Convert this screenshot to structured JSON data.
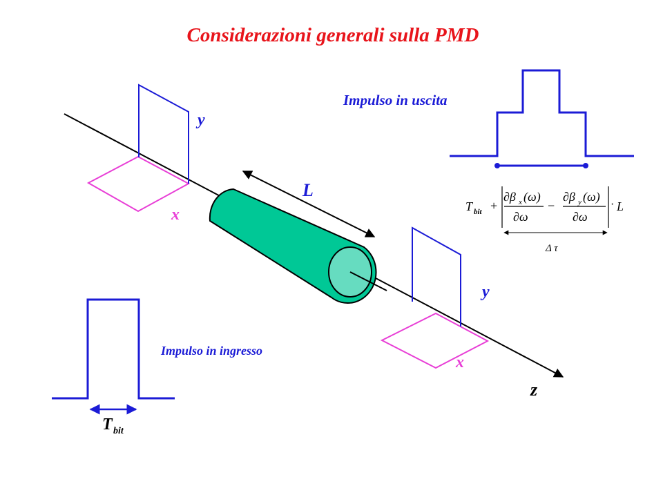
{
  "title": "Considerazioni generali sulla PMD",
  "labels": {
    "fiber_length": "L",
    "axis_z": "z",
    "input_y": "y",
    "input_x": "x",
    "output_y": "y",
    "output_x": "x",
    "output_pulse": "Impulso in uscita",
    "input_pulse": "Impulso in ingresso",
    "t_bit_main": "T",
    "t_bit_sub": "bit"
  },
  "formula": {
    "t": "T",
    "t_sub": "bit",
    "plus": "+",
    "minus": "−",
    "partial_top_1": "∂β",
    "beta_sub_1": "x",
    "omega_1": "(ω)",
    "partial_bottom_1": "∂ω",
    "partial_top_2": "∂β",
    "beta_sub_2": "y",
    "omega_2": "(ω)",
    "partial_bottom_2": "∂ω",
    "dot": "·",
    "length": "L",
    "delta_tau": "Δ τ"
  },
  "colors": {
    "title": "#e8141b",
    "blue": "#1b1bd6",
    "magenta": "#e83ed6",
    "fiber_body": "#00c896",
    "fiber_face": "#66dcc0",
    "axis": "#000000"
  }
}
